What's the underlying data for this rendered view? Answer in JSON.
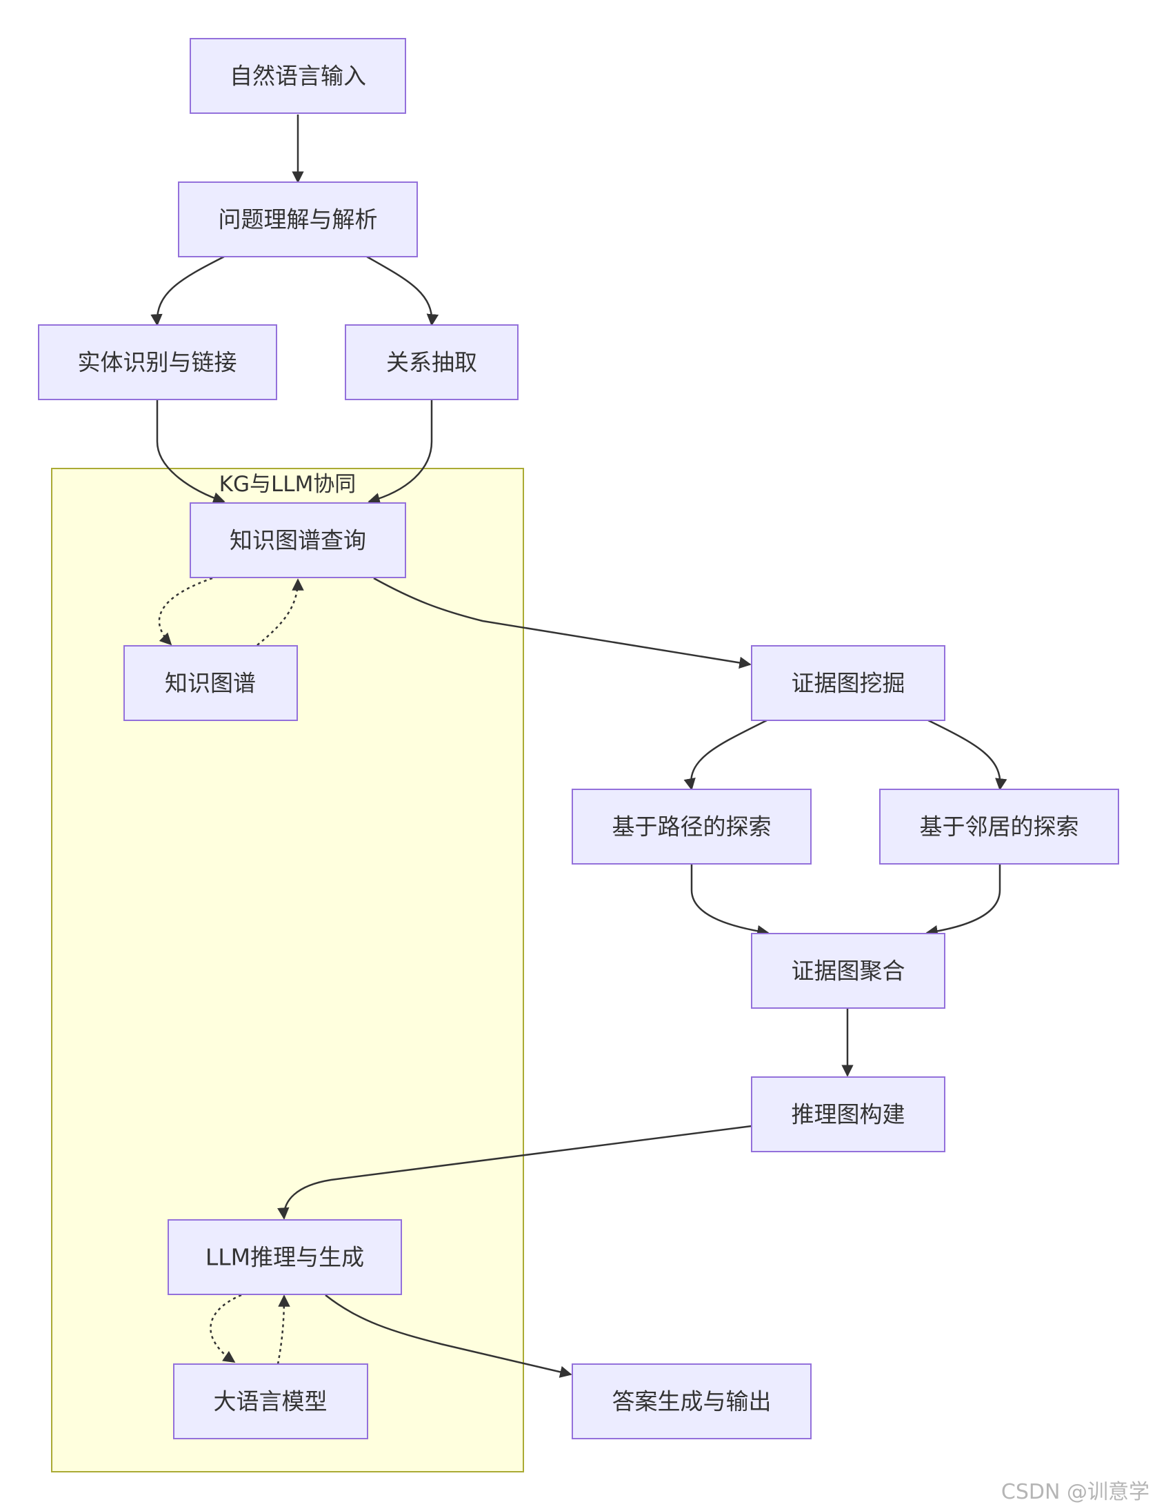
{
  "diagram": {
    "cluster_title": "KG与LLM协同",
    "nodes": {
      "nl_input": "自然语言输入",
      "question_parse": "问题理解与解析",
      "entity_link": "实体识别与链接",
      "relation_extract": "关系抽取",
      "kg_query": "知识图谱查询",
      "kg": "知识图谱",
      "evidence_mining": "证据图挖掘",
      "path_explore": "基于路径的探索",
      "neighbor_explore": "基于邻居的探索",
      "evidence_aggregate": "证据图聚合",
      "reasoning_build": "推理图构建",
      "llm_reason": "LLM推理与生成",
      "llm": "大语言模型",
      "answer": "答案生成与输出"
    }
  },
  "watermark": "CSDN @训意学"
}
